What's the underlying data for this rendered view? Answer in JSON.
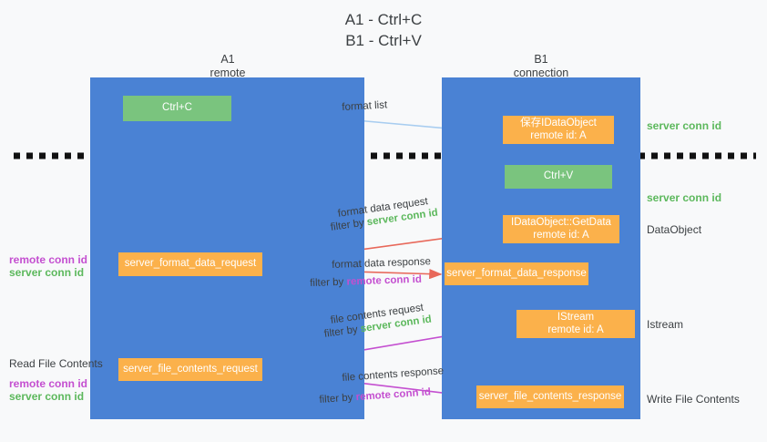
{
  "title": "A1 - Ctrl+C\nB1 - Ctrl+V",
  "lanes": {
    "a1": {
      "header": "A1\nremote"
    },
    "b1": {
      "header": "B1\nconnection"
    }
  },
  "nodes": {
    "ctrl_c": "Ctrl+C",
    "idataobject": "保存IDataObject\nremote id: A",
    "ctrl_v": "Ctrl+V",
    "getdata": "IDataObject::GetData\nremote id: A",
    "server_format_data_request": "server_format_data_request",
    "server_format_data_response": "server_format_data_response",
    "istream": "IStream\nremote id: A",
    "server_file_contents_request": "server_file_contents_request",
    "server_file_contents_response": "server_file_contents_response"
  },
  "side_notes": {
    "server_conn_id_top": "server conn id",
    "server_conn_id_mid": "server conn id",
    "dataobject": "DataObject",
    "istream": "Istream",
    "write_file_contents": "Write File Contents"
  },
  "left_notes": {
    "remote_conn_id": "remote conn id",
    "server_conn_id": "server conn id",
    "read_file_contents": "Read File Contents"
  },
  "edge_labels": {
    "format_list": "format list",
    "format_data_request": "format data request",
    "filter_by_prefix": "filter by ",
    "server_conn_id": "server conn id",
    "remote_conn_id": "remote conn id",
    "format_data_response": "format data response",
    "file_contents_request": "file contents request",
    "file_contents_response": "file contents response"
  },
  "colors": {
    "lane_blue": "#4a82d4",
    "node_green": "#7ac47e",
    "node_orange": "#fbb14b",
    "accent_green_text": "#5cb85c",
    "accent_purple_text": "#c44fd0",
    "arrow_lightblue": "#a8cdf0",
    "arrow_red": "#e8685a",
    "arrow_purple": "#c44fd0",
    "arrow_black": "#1a1a1a",
    "background": "#f8f9fa"
  }
}
